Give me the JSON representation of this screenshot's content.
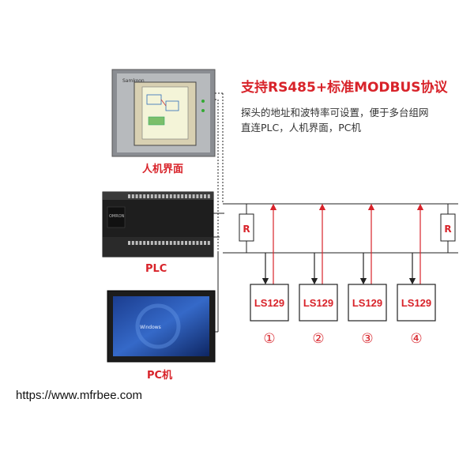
{
  "header": {
    "title": "支持RS485+标准MODBUS协议",
    "desc_line1": "探头的地址和波特率可设置，便于多台组网",
    "desc_line2": "直连PLC，人机界面，PC机"
  },
  "devices": {
    "hmi_label": "人机界面",
    "plc_label": "PLC",
    "pc_label": "PC机"
  },
  "bus": {
    "resistor_left": "R",
    "resistor_right": "R"
  },
  "sensors": [
    {
      "label": "LS129",
      "number": "①"
    },
    {
      "label": "LS129",
      "number": "②"
    },
    {
      "label": "LS129",
      "number": "③"
    },
    {
      "label": "LS129",
      "number": "④"
    }
  ],
  "footer": {
    "url": "https://www.mfrbee.com"
  },
  "colors": {
    "accent_red": "#d8232a",
    "line": "#222222"
  }
}
